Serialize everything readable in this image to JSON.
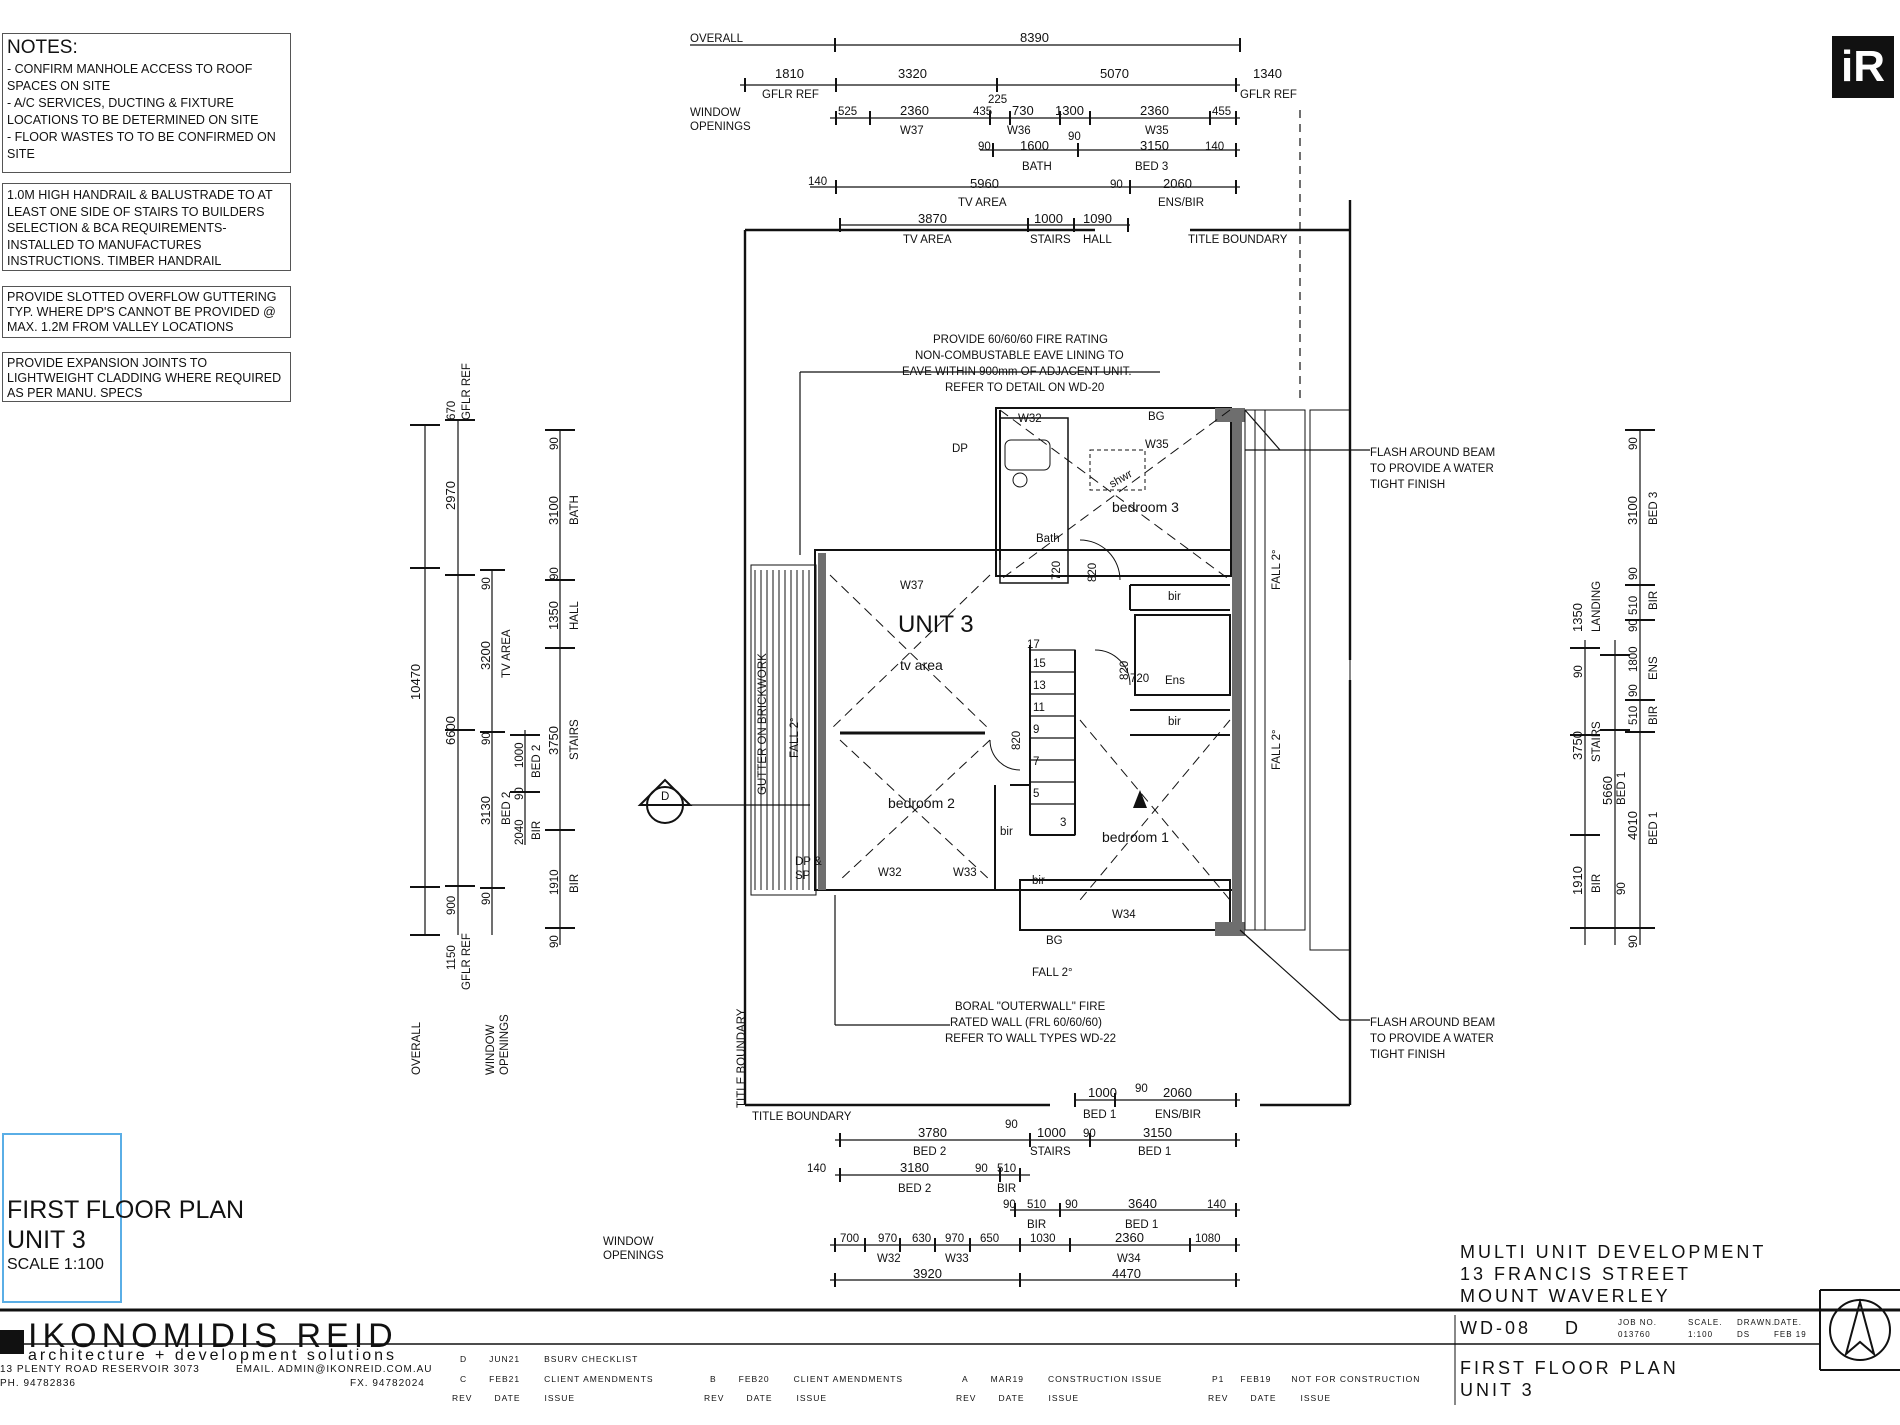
{
  "notes": {
    "heading": "NOTES:",
    "items": [
      "- CONFIRM MANHOLE ACCESS TO ROOF SPACES ON SITE",
      "- A/C SERVICES, DUCTING & FIXTURE LOCATIONS TO BE DETERMINED ON SITE",
      "- FLOOR WASTES TO TO BE CONFIRMED ON SITE"
    ],
    "handrail": "1.0m HIGH HANDRAIL & BALUSTRADE TO AT LEAST ONE SIDE OF STAIRS TO BUILDERS SELECTION & BCA REQUIREMENTS-INSTALLED TO MANUFACTURES INSTRUCTIONS. TIMBER HANDRAIL",
    "guttering": "PROVIDE SLOTTED OVERFLOW GUTTERING TYP. WHERE DP's CANNOT BE PROVIDED @ MAX. 1.2m FROM VALLEY LOCATIONS",
    "expansion": "PROVIDE EXPANSION JOINTS TO LIGHTWEIGHT CLADDING WHERE REQUIRED AS PER MANU. SPECS"
  },
  "top_dims": {
    "overall_label": "OVERALL",
    "overall": "8390",
    "row2": [
      "1810",
      "3320",
      "5070",
      "1340"
    ],
    "gflr_ref": "GFLR REF",
    "window_label": "WINDOW",
    "openings_label": "OPENINGS",
    "row3": [
      "525",
      "2360",
      "435",
      "225",
      "730",
      "1300",
      "2360",
      "455"
    ],
    "w37": "W37",
    "w36": "W36",
    "w35": "W35",
    "row4": [
      "90",
      "1600",
      "90",
      "3150",
      "140"
    ],
    "bath": "BATH",
    "bed3": "BED 3",
    "row5": [
      "140",
      "5960",
      "90",
      "2060"
    ],
    "tv_area": "TV AREA",
    "ens_bir": "ENS/BIR",
    "row6": [
      "3870",
      "1000",
      "1090"
    ],
    "stairs": "STAIRS",
    "hall": "HALL",
    "title_boundary": "TITLE BOUNDARY"
  },
  "callouts": {
    "fire_rating": [
      "PROVIDE 60/60/60 FIRE RATING",
      "NON-COMBUSTABLE EAVE LINING TO",
      "EAVE WITHIN 900mm OF ADJACENT UNIT.",
      "REFER TO DETAIL ON WD-20"
    ],
    "flash_top": [
      "FLASH AROUND BEAM",
      "TO PROVIDE A WATER",
      "TIGHT FINISH"
    ],
    "flash_bottom": [
      "FLASH AROUND BEAM",
      "TO PROVIDE A WATER",
      "TIGHT FINISH"
    ],
    "boral": [
      "BORAL \"OUTERWALL\" FIRE",
      "RATED WALL (FRL 60/60/60)",
      "REFER TO WALL TYPES WD-22"
    ],
    "gutter_brickwork": "GUTTER ON BRICKWORK",
    "fall2": "FALL 2°",
    "fall2b": "FALL 2°",
    "fall2c": "FALL 2°",
    "fall2d": "FALL 2°",
    "dp": "DP",
    "dp_sp": "DP &",
    "sp": "SP",
    "bg": "BG",
    "title_boundary_v": "TITLE BOUNDARY",
    "title_boundary_b": "TITLE BOUNDARY",
    "section_marker": "D"
  },
  "rooms": {
    "unit": "UNIT 3",
    "tv_area": "tv area",
    "bedroom3": "bedroom 3",
    "bedroom2": "bedroom 2",
    "bedroom1": "bedroom 1",
    "bath": "Bath",
    "ens": "Ens",
    "bir": "bir",
    "shwr": "shwr",
    "w32": "W32",
    "w33": "W33",
    "w34": "W34",
    "w35": "W35",
    "w37": "W37",
    "step17": "17",
    "steps": [
      "15",
      "13",
      "11",
      "9",
      "7",
      "5",
      "3"
    ],
    "d720": "720",
    "d820": "820"
  },
  "left_dims": {
    "overall_label": "OVERALL",
    "overall": "10470",
    "window_label": "WINDOW",
    "openings_label": "OPENINGS",
    "col1": [
      "670",
      "2970",
      "6600",
      "900",
      "1150"
    ],
    "gflr_ref": "GFLR REF",
    "col2": [
      "90",
      "3200",
      "90",
      "3130",
      "90"
    ],
    "tv_area": "TV AREA",
    "bed2": "BED 2",
    "col3": [
      "90",
      "1000",
      "90",
      "2040"
    ],
    "bed2b": "BED 2",
    "bir": "BIR",
    "col4": [
      "90",
      "3100",
      "90",
      "1350",
      "3750",
      "1910",
      "90"
    ],
    "bath": "BATH",
    "hall": "HALL",
    "stairs": "STAIRS",
    "birb": "BIR"
  },
  "right_dims": {
    "col1": [
      "1350",
      "90",
      "3750",
      "5660",
      "1910",
      "90"
    ],
    "landing": "LANDING",
    "stairs": "STAIRS",
    "bed1": "BED 1",
    "bir": "BIR",
    "col2": [
      "90",
      "3100",
      "90",
      "510",
      "90",
      "1800",
      "90",
      "510",
      "4010",
      "90"
    ],
    "bed3": "BED 3",
    "birb": "BIR",
    "ens": "ENS",
    "birc": "BIR",
    "bed1b": "BED 1"
  },
  "bottom_dims": {
    "row1": [
      "1000",
      "90",
      "2060"
    ],
    "bed1": "BED 1",
    "ens_bir": "ENS/BIR",
    "row2": [
      "3780",
      "90",
      "1000",
      "90",
      "3150"
    ],
    "bed2": "BED 2",
    "stairs": "STAIRS",
    "bed1b": "BED 1",
    "row3": [
      "140",
      "3180",
      "90",
      "510"
    ],
    "bed2b": "BED 2",
    "bir": "BIR",
    "row4": [
      "90",
      "510",
      "90",
      "3640",
      "140"
    ],
    "birb": "BIR",
    "bed1c": "BED 1",
    "window_label": "WINDOW",
    "openings_label": "OPENINGS",
    "row5": [
      "700",
      "970",
      "630",
      "970",
      "650",
      "1030",
      "2360",
      "1080"
    ],
    "w32": "W32",
    "w33": "W33",
    "w34": "W34",
    "row6": [
      "3920",
      "4470"
    ]
  },
  "plan_title": {
    "line1": "FIRST FLOOR PLAN",
    "line2": "UNIT 3",
    "line3": "SCALE  1:100"
  },
  "firm": {
    "name": "IKONOMIDIS REID",
    "tagline": "architecture + development solutions",
    "address": "13 PLENTY ROAD RESERVOIR 3073",
    "email": "EMAIL. ADMIN@IKONREID.COM.AU",
    "ph": "PH. 94782836",
    "fax": "FX. 94782024",
    "logo": "iR"
  },
  "project": {
    "line1": "MULTI UNIT DEVELOPMENT",
    "line2": "13 FRANCIS STREET",
    "line3": "MOUNT WAVERLEY",
    "drawing_no": "WD-08",
    "rev": "D",
    "job_label": "JOB NO.",
    "job": "013760",
    "scale_label": "SCALE.",
    "scale": "1:100",
    "drawn_label": "DRAWN.",
    "drawn": "DS",
    "date_label": "DATE.",
    "date": "FEB 19",
    "sheet_title1": "FIRST FLOOR PLAN",
    "sheet_title2": "UNIT 3"
  },
  "revisions": {
    "rev_label": "Rev",
    "date_label": "Date",
    "issue_label": "Issue",
    "entries": [
      {
        "rev": "D",
        "date": "JUN21",
        "issue": "BSURV CHECKLIST"
      },
      {
        "rev": "C",
        "date": "FEB21",
        "issue": "CLIENT AMENDMENTS"
      },
      {
        "rev": "B",
        "date": "FEB20",
        "issue": "CLIENT AMENDMENTS"
      },
      {
        "rev": "A",
        "date": "MAR19",
        "issue": "CONSTRUCTION ISSUE"
      },
      {
        "rev": "P1",
        "date": "FEB19",
        "issue": "NOT FOR CONSTRUCTION"
      }
    ]
  },
  "colors": {
    "line": "#111111",
    "stamp": "#5aaee6",
    "wall": "#6e6e6e"
  }
}
